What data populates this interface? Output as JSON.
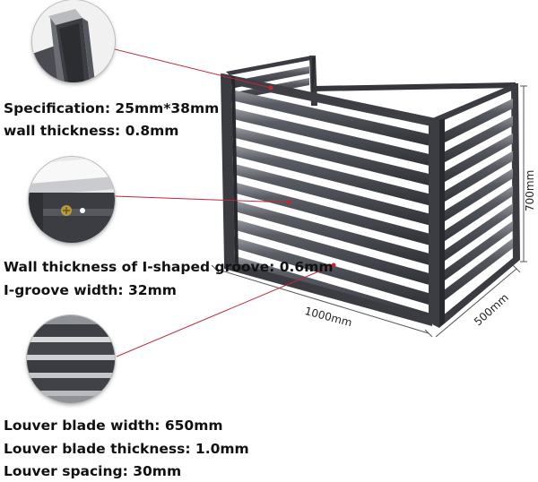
{
  "specs": {
    "specification": "Specification: 25mm*38mm",
    "wall_thickness": "wall thickness: 0.8mm",
    "groove_wall_thickness": "Wall thickness of I-shaped groove: 0.6mm",
    "groove_width": "I-groove width: 32mm",
    "blade_width": "Louver blade width: 650mm",
    "blade_thickness": "Louver blade thickness: 1.0mm",
    "spacing": "Louver spacing: 30mm"
  },
  "dimensions": {
    "width": "1000mm",
    "depth": "500mm",
    "height": "700mm"
  },
  "colors": {
    "frame": "#3c3e44",
    "louver": "#50535a",
    "accent_line": "#c0283a"
  }
}
